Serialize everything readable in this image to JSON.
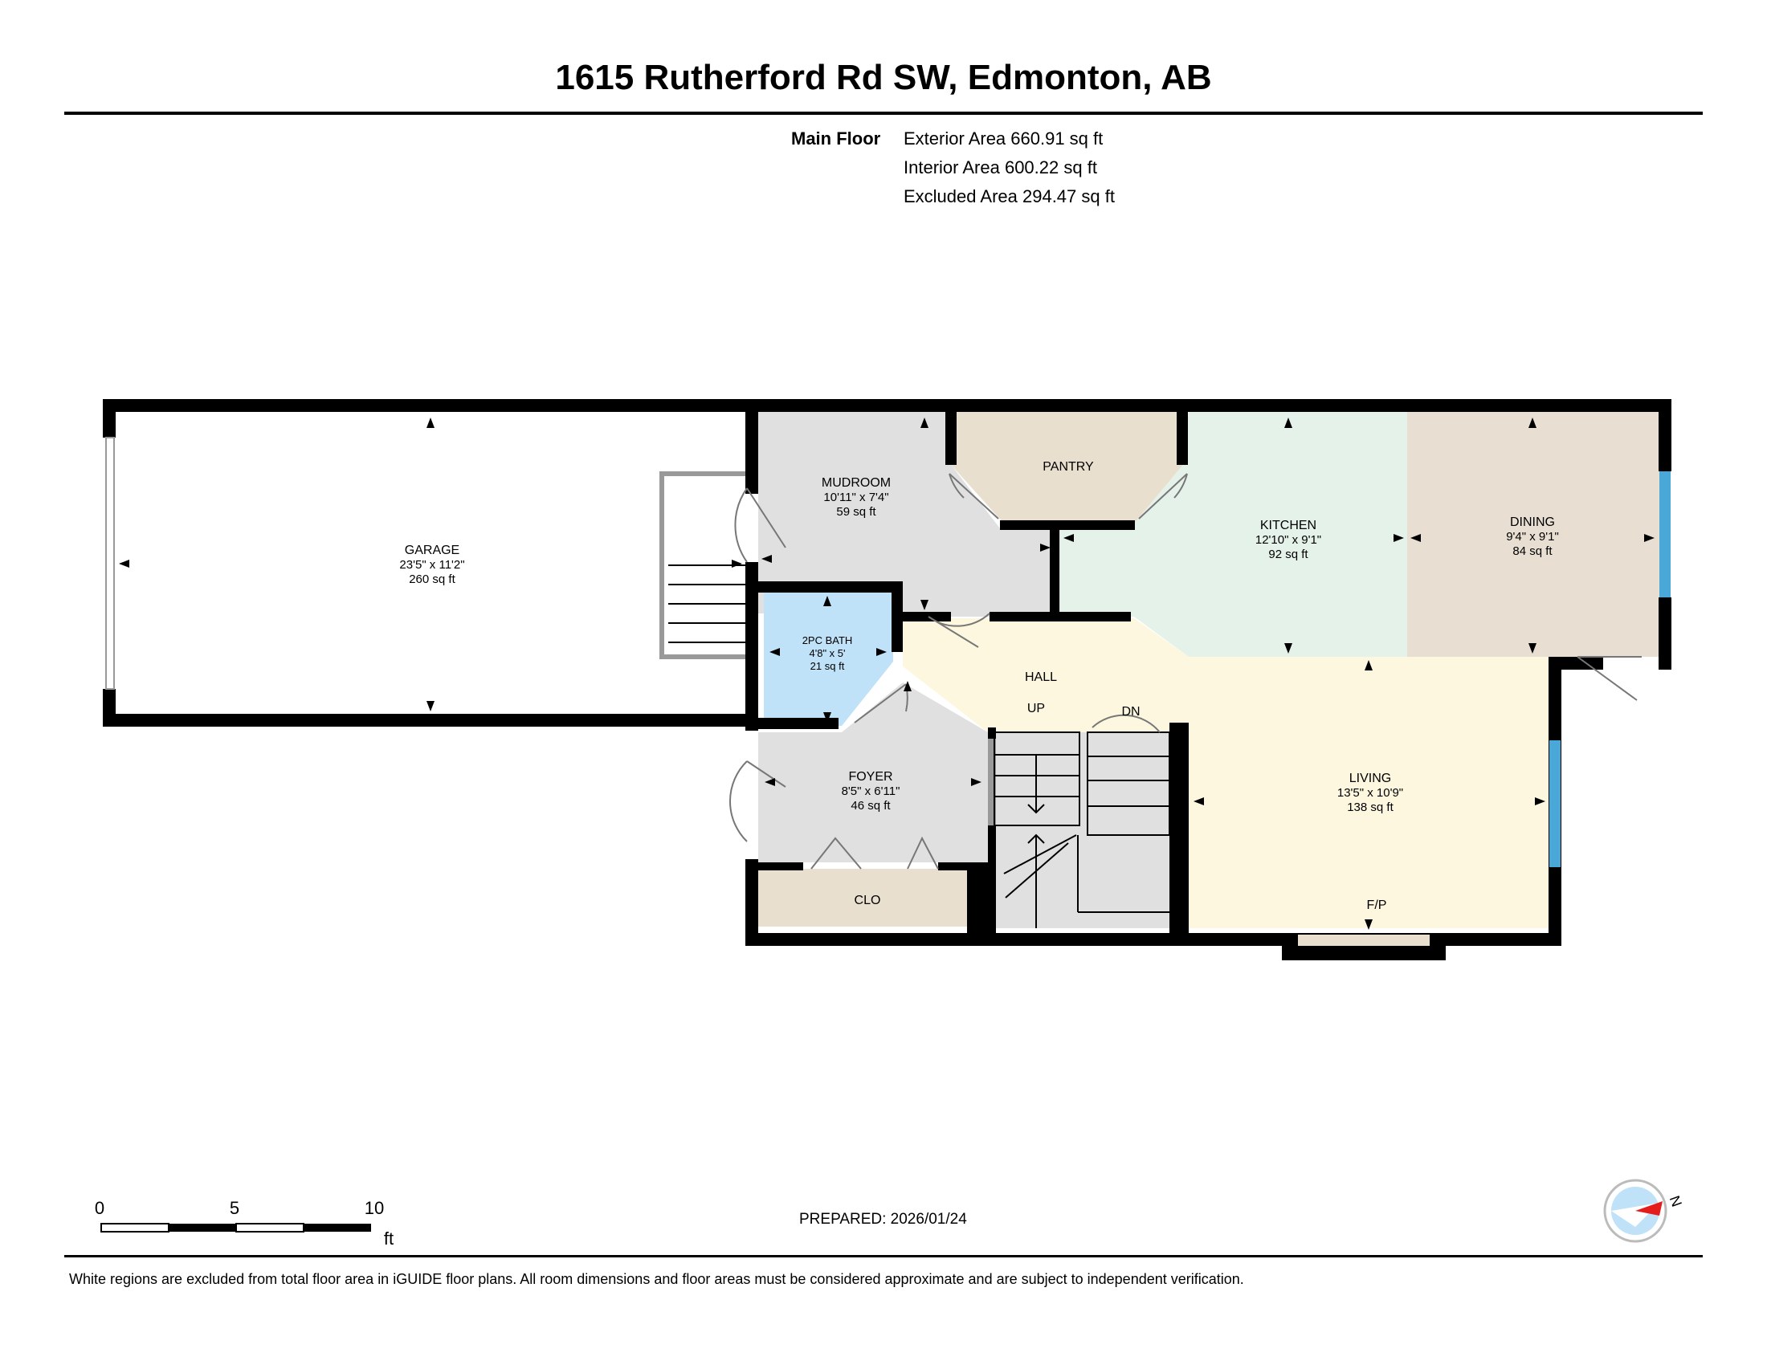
{
  "title": "1615 Rutherford Rd SW, Edmonton, AB",
  "floor": {
    "label": "Main Floor",
    "exterior": "Exterior Area 660.91 sq ft",
    "interior": "Interior Area 600.22 sq ft",
    "excluded": "Excluded Area 294.47 sq ft"
  },
  "rooms": {
    "garage": {
      "name": "GARAGE",
      "dims": "23'5\" x 11'2\"",
      "area": "260 sq ft"
    },
    "mudroom": {
      "name": "MUDROOM",
      "dims": "10'11\" x 7'4\"",
      "area": "59 sq ft"
    },
    "pantry": {
      "name": "PANTRY"
    },
    "kitchen": {
      "name": "KITCHEN",
      "dims": "12'10\" x 9'1\"",
      "area": "92 sq ft"
    },
    "dining": {
      "name": "DINING",
      "dims": "9'4\" x 9'1\"",
      "area": "84 sq ft"
    },
    "bath": {
      "name": "2PC BATH",
      "dims": "4'8\" x 5'",
      "area": "21 sq ft"
    },
    "hall": {
      "name": "HALL"
    },
    "foyer": {
      "name": "FOYER",
      "dims": "8'5\" x 6'11\"",
      "area": "46 sq ft"
    },
    "clo": {
      "name": "CLO"
    },
    "living": {
      "name": "LIVING",
      "dims": "13'5\" x 10'9\"",
      "area": "138 sq ft"
    }
  },
  "labels": {
    "up": "UP",
    "dn": "DN",
    "fp": "F/P"
  },
  "scale": {
    "t0": "0",
    "t5": "5",
    "t10": "10",
    "unit": "ft"
  },
  "prepared": "PREPARED: 2026/01/24",
  "compass_label": "N",
  "disclaimer": "White regions are excluded from total floor area in iGUIDE floor plans. All room dimensions and floor areas must be considered approximate and are subject to independent verification.",
  "colors": {
    "mudroom": "#e0e0e0",
    "pantry": "#e9dfcf",
    "kitchen": "#e5f2ea",
    "dining": "#e8dfd2",
    "hall": "#fdf7df",
    "bath": "#bfe2f8",
    "foyer": "#e0e0e0",
    "clo": "#e9dfcf",
    "stairs": "#dedede",
    "window": "#4aa8d8",
    "wall": "#000000"
  }
}
